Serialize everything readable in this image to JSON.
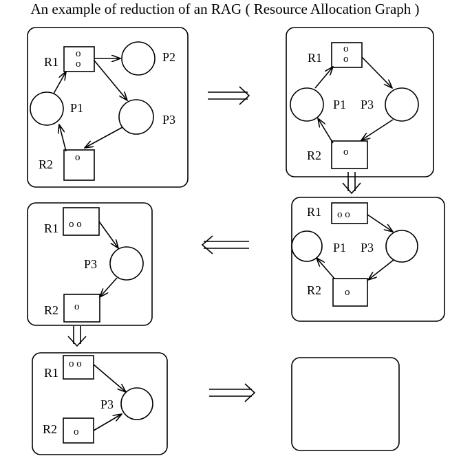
{
  "title": "An example of reduction of an RAG ( Resource Allocation Graph )",
  "colors": {
    "stroke": "#000000",
    "background": "#ffffff"
  },
  "labels": {
    "R1": "R1",
    "R2": "R2",
    "P1": "P1",
    "P2": "P2",
    "P3": "P3",
    "instance": "o",
    "instances_two": "o o"
  }
}
